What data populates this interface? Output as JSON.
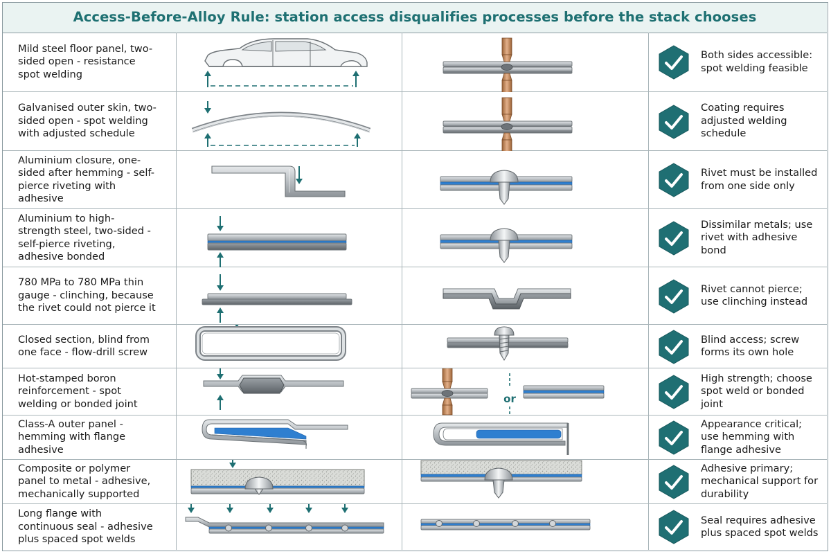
{
  "title": "Access-Before-Alloy Rule: station access disqualifies processes before the stack chooses",
  "colors": {
    "accent": "#1e7072",
    "badge": "#1f6f73",
    "adhesive": "#2f7fd0",
    "steel": "#b9bec2",
    "copper": "#c48a5a",
    "grid": "#a8b4b8"
  },
  "icons": {
    "badge": "hexagon-check-icon",
    "access_arrow": "access-arrow-icon",
    "electrode": "electrode-icon",
    "rivet": "rivet-icon",
    "screw": "flow-drill-screw-icon"
  },
  "rows": [
    {
      "case": "Mild steel floor panel, two-sided open - resistance spot welding",
      "verdict": "Both sides accessible: spot welding feasible"
    },
    {
      "case": "Galvanised outer skin, two-sided open - spot welding with adjusted schedule",
      "verdict": "Coating requires adjusted welding schedule"
    },
    {
      "case": "Aluminium closure, one-sided after hemming - self-pierce riveting with adhesive",
      "verdict": "Rivet must be installed from one side only"
    },
    {
      "case": "Aluminium to high-strength steel, two-sided - self-pierce riveting, adhesive bonded",
      "verdict": "Dissimilar metals; use rivet with adhesive bond"
    },
    {
      "case": "780 MPa to 780 MPa thin gauge - clinching, because the rivet could not pierce it",
      "verdict": "Rivet cannot pierce; use clinching instead"
    },
    {
      "case": "Closed section, blind from one face - flow-drill screw",
      "verdict": "Blind access; screw forms its own hole"
    },
    {
      "case": "Hot-stamped boron reinforcement - spot welding or bonded joint",
      "verdict": "High strength; choose spot weld or bonded joint",
      "or_label": "or"
    },
    {
      "case": "Class-A outer panel - hemming with flange adhesive",
      "verdict": "Appearance critical; use hemming with flange adhesive"
    },
    {
      "case": "Composite or polymer panel to metal - adhesive, mechanically supported",
      "verdict": "Adhesive primary; mechanical support for durability"
    },
    {
      "case": "Long flange with continuous seal - adhesive plus spaced spot welds",
      "verdict": "Seal requires adhesive plus spaced spot welds"
    }
  ]
}
